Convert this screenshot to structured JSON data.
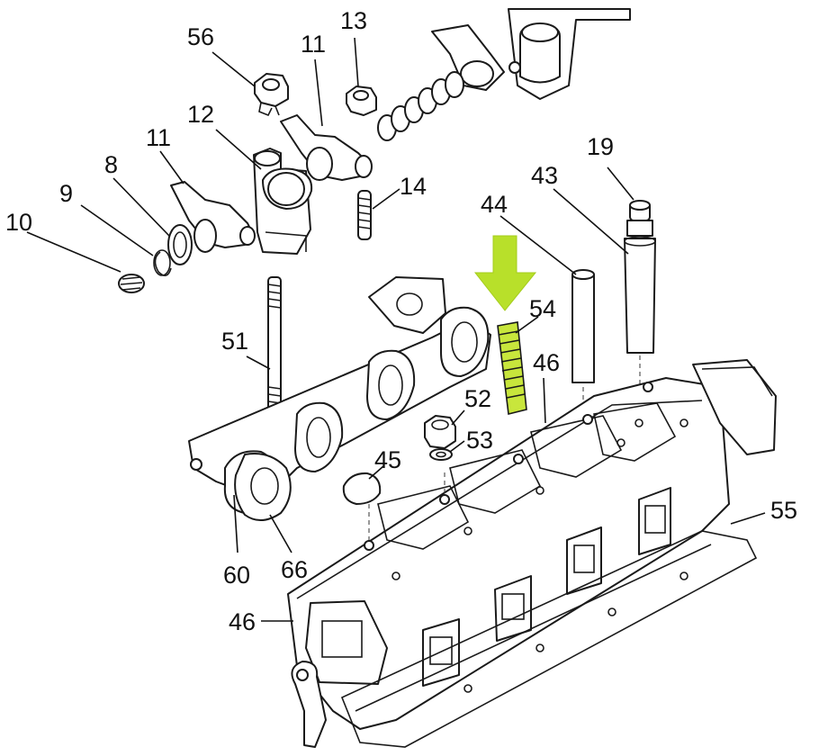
{
  "diagram": {
    "labels": [
      {
        "id": "56",
        "text": "56"
      },
      {
        "id": "13",
        "text": "13"
      },
      {
        "id": "11a",
        "text": "11"
      },
      {
        "id": "12",
        "text": "12"
      },
      {
        "id": "11b",
        "text": "11"
      },
      {
        "id": "8",
        "text": "8"
      },
      {
        "id": "9",
        "text": "9"
      },
      {
        "id": "10",
        "text": "10"
      },
      {
        "id": "14",
        "text": "14"
      },
      {
        "id": "19",
        "text": "19"
      },
      {
        "id": "43",
        "text": "43"
      },
      {
        "id": "44",
        "text": "44"
      },
      {
        "id": "54",
        "text": "54"
      },
      {
        "id": "46a",
        "text": "46"
      },
      {
        "id": "51",
        "text": "51"
      },
      {
        "id": "52",
        "text": "52"
      },
      {
        "id": "53",
        "text": "53"
      },
      {
        "id": "45",
        "text": "45"
      },
      {
        "id": "55",
        "text": "55"
      },
      {
        "id": "60",
        "text": "60"
      },
      {
        "id": "66",
        "text": "66"
      },
      {
        "id": "46b",
        "text": "46"
      }
    ],
    "highlight": {
      "part": "54",
      "color": "#c8e63c",
      "arrow_color": "#b8e02a"
    }
  }
}
